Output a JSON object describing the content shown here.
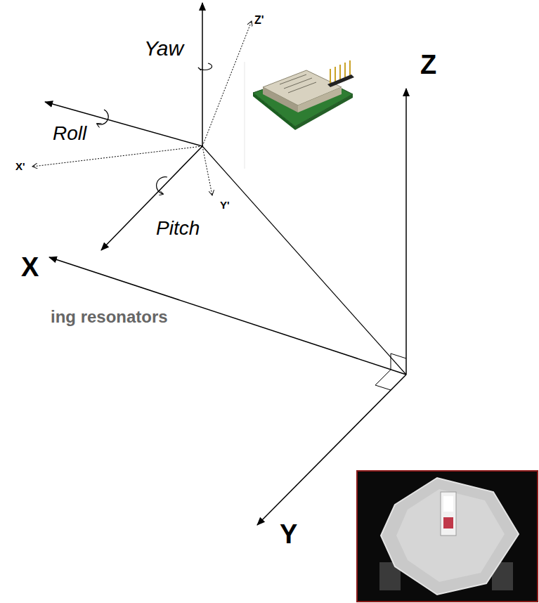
{
  "diagram": {
    "labels": [
      "Z'",
      "Yaw",
      "Z",
      "Roll",
      "X'",
      "Y'",
      "Pitch",
      "X",
      "ing resonators",
      "Y"
    ]
  }
}
